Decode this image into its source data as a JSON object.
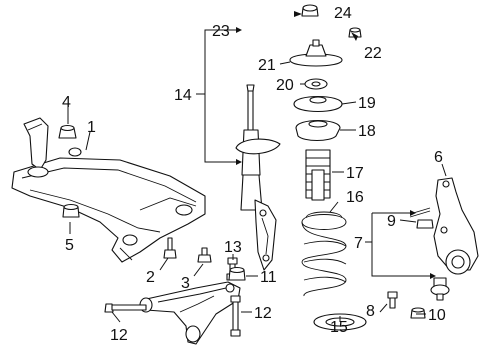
{
  "callouts": {
    "c1": "1",
    "c2": "2",
    "c3": "3",
    "c4": "4",
    "c5": "5",
    "c6": "6",
    "c7": "7",
    "c8": "8",
    "c9": "9",
    "c10": "10",
    "c11": "11",
    "c12a": "12",
    "c12b": "12",
    "c13": "13",
    "c14": "14",
    "c15": "15",
    "c16": "16",
    "c17": "17",
    "c18": "18",
    "c19": "19",
    "c20": "20",
    "c21": "21",
    "c22": "22",
    "c23": "23",
    "c24": "24"
  }
}
